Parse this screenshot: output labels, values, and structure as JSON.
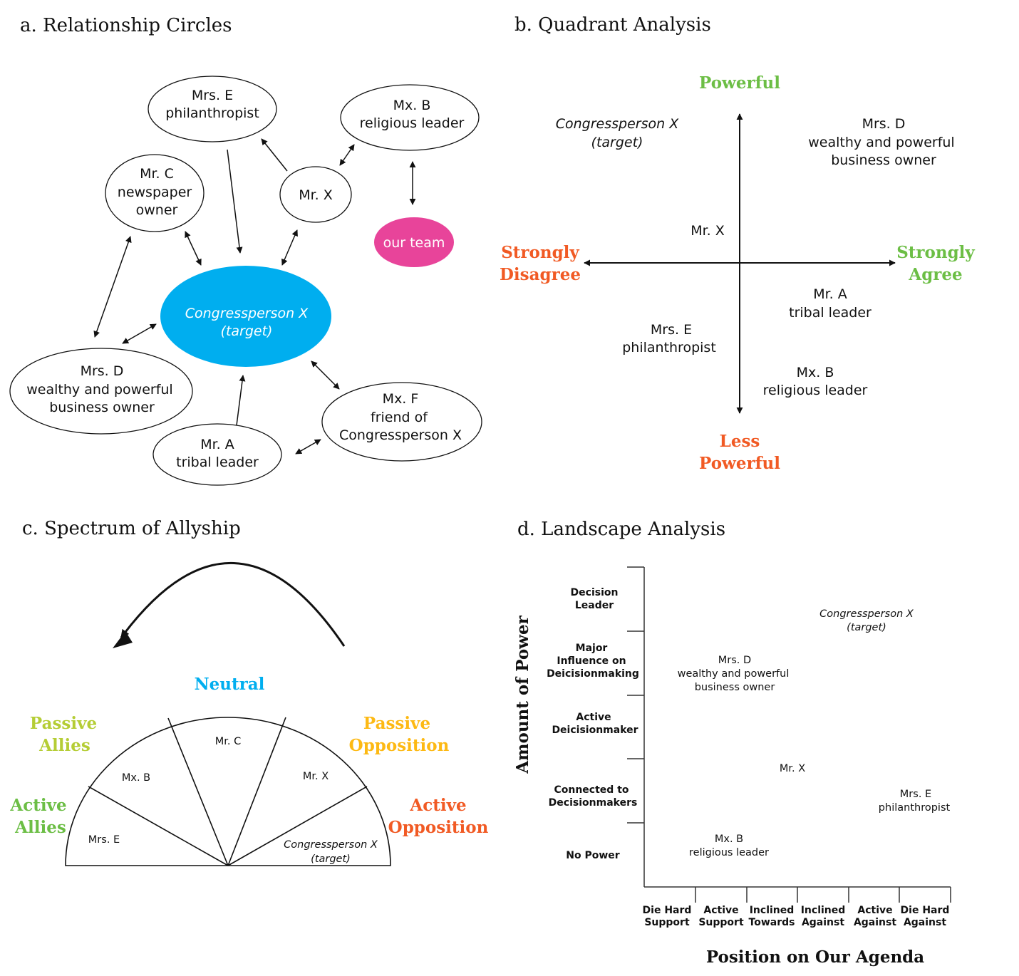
{
  "colors": {
    "target": "#00AEEF",
    "our_team": "#E8449A",
    "agree_green": "#6CBE45",
    "disagree_orange": "#F15A24",
    "neutral_blue": "#00AEEF",
    "passive_allies": "#B5CD35",
    "active_allies": "#6CBE45",
    "passive_opposition": "#FDB913",
    "active_opposition": "#F15A24"
  },
  "panel_a": {
    "title": "a. Relationship Circles",
    "nodes": {
      "mrs_e": [
        "Mrs. E",
        "philanthropist"
      ],
      "mx_b": [
        "Mx. B",
        "religious leader"
      ],
      "mr_c": [
        "Mr. C",
        "newspaper",
        "owner"
      ],
      "mr_x": [
        "Mr. X"
      ],
      "our_team": [
        "our team"
      ],
      "target": [
        "Congressperson X",
        "(target)"
      ],
      "mrs_d": [
        "Mrs. D",
        "wealthy and powerful",
        "business owner"
      ],
      "mr_a": [
        "Mr. A",
        "tribal leader"
      ],
      "mx_f": [
        "Mx. F",
        "friend of",
        "Congressperson X"
      ]
    }
  },
  "panel_b": {
    "title": "b. Quadrant Analysis",
    "axis_top": [
      "Powerful"
    ],
    "axis_bottom": [
      "Less",
      "Powerful"
    ],
    "axis_left": [
      "Strongly",
      "Disagree"
    ],
    "axis_right": [
      "Strongly",
      "Agree"
    ],
    "items": {
      "target": [
        "Congressperson X",
        "(target)"
      ],
      "mrs_d": [
        "Mrs. D",
        "wealthy and powerful",
        "business owner"
      ],
      "mr_x": [
        "Mr. X"
      ],
      "mr_a": [
        "Mr. A",
        "tribal leader"
      ],
      "mrs_e": [
        "Mrs. E",
        "philanthropist"
      ],
      "mx_b": [
        "Mx. B",
        "religious leader"
      ]
    }
  },
  "panel_c": {
    "title": "c. Spectrum of Allyship",
    "categories": {
      "neutral": [
        "Neutral"
      ],
      "passive_allies": [
        "Passive",
        "Allies"
      ],
      "active_allies": [
        "Active",
        "Allies"
      ],
      "passive_opposition": [
        "Passive",
        "Opposition"
      ],
      "active_opposition": [
        "Active",
        "Opposition"
      ]
    },
    "segments": {
      "active_allies": [
        "Mrs. E"
      ],
      "passive_allies": [
        "Mx. B"
      ],
      "neutral": [
        "Mr. C"
      ],
      "passive_opposition": [
        "Mr. X"
      ],
      "active_opposition": [
        "Congressperson X",
        "(target)"
      ]
    }
  },
  "panel_d": {
    "title": "d. Landscape Analysis",
    "y_axis_title": "Amount of Power",
    "x_axis_title": "Position on Our Agenda",
    "y_levels": [
      [
        "Decision",
        "Leader"
      ],
      [
        "Major",
        "Influence on",
        "Deicisionmaking"
      ],
      [
        "Active",
        "Deicisionmaker"
      ],
      [
        "Connected to",
        "Decisionmakers"
      ],
      [
        "No Power"
      ]
    ],
    "x_levels": [
      [
        "Die Hard",
        "Support"
      ],
      [
        "Active",
        "Support"
      ],
      [
        "Inclined",
        "Towards"
      ],
      [
        "Inclined",
        "Against"
      ],
      [
        "Active",
        "Against"
      ],
      [
        "Die Hard",
        "Against"
      ]
    ],
    "items": {
      "target": [
        "Congressperson X",
        "(target)"
      ],
      "mrs_d": [
        "Mrs. D",
        "wealthy and powerful",
        "business owner"
      ],
      "mr_x": [
        "Mr. X"
      ],
      "mrs_e": [
        "Mrs. E",
        "philanthropist"
      ],
      "mx_b": [
        "Mx. B",
        "religious leader"
      ]
    }
  }
}
